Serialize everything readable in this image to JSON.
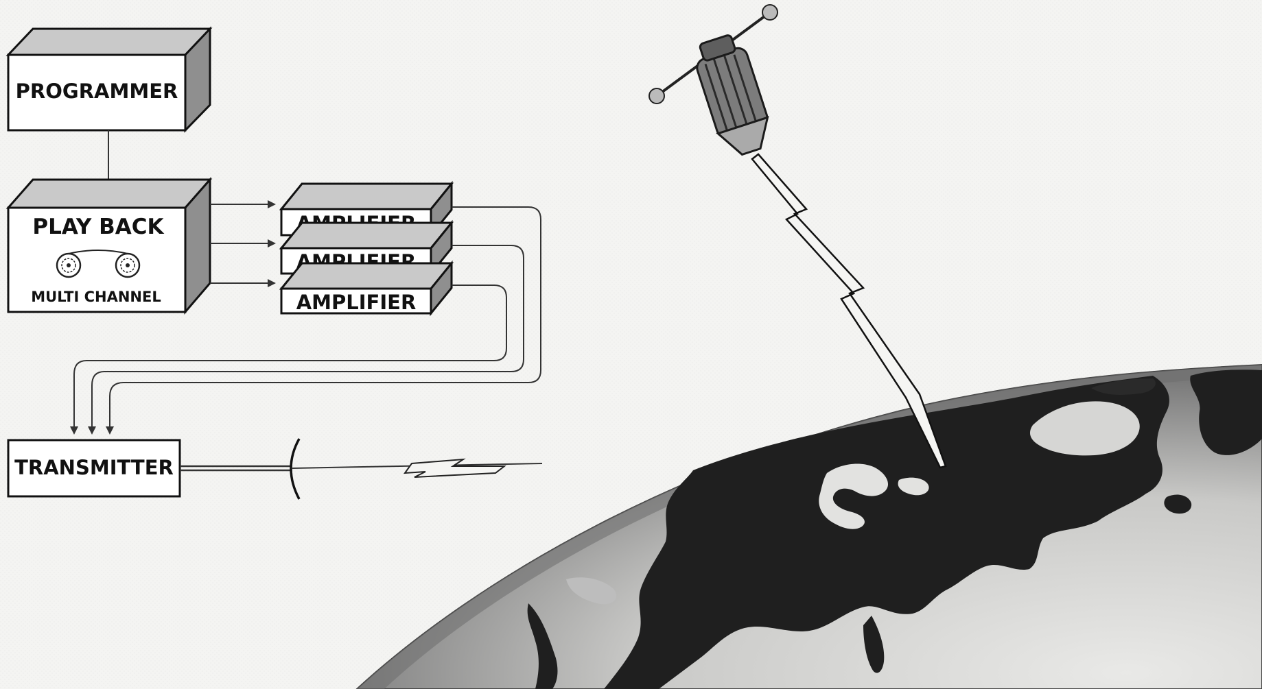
{
  "diagram": {
    "programmer_label": "PROGRAMMER",
    "playback_label": "PLAY BACK",
    "multichannel_label": "MULTI CHANNEL",
    "amplifier_labels": [
      "AMPLIFIER",
      "AMPLIFIER",
      "AMPLIFIER"
    ],
    "transmitter_label": "TRANSMITTER"
  },
  "colors": {
    "paper": "#f4f4f2",
    "box_front": "#ffffff",
    "box_top": "#c9c9c9",
    "box_side": "#8f8f8f",
    "ink": "#111111",
    "earth_ocean": "#cfcfcf",
    "earth_land": "#1e1e1e"
  },
  "icons": {
    "tape_reels": "tape-reels-icon",
    "antenna": "antenna-dish-icon",
    "satellite": "satellite-icon",
    "earth": "earth-globe-icon"
  }
}
